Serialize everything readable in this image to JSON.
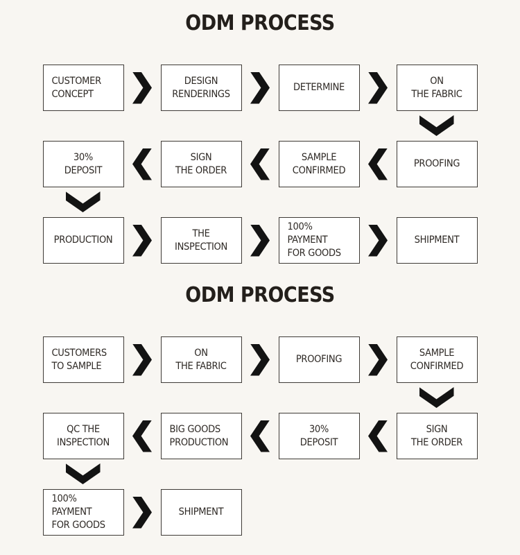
{
  "page": {
    "background_color": "#f8f6f2",
    "box_fill_color": "#ffffff",
    "box_border_color": "#3e3a36",
    "text_color": "#2e2925",
    "arrow_color": "#131313"
  },
  "sections": [
    {
      "title": "ODM PROCESS",
      "rows": [
        {
          "direction": "right",
          "boxes": [
            {
              "label": "CUSTOMER\nCONCEPT"
            },
            {
              "label": "DESIGN\nRENDERINGS"
            },
            {
              "label": "DETERMINE"
            },
            {
              "label": "ON\nTHE FABRIC"
            }
          ]
        },
        {
          "direction": "left",
          "boxes": [
            {
              "label": "30%\nDEPOSIT"
            },
            {
              "label": "SIGN\nTHE ORDER"
            },
            {
              "label": "SAMPLE\nCONFIRMED"
            },
            {
              "label": "PROOFING"
            }
          ]
        },
        {
          "direction": "right",
          "boxes": [
            {
              "label": "PRODUCTION"
            },
            {
              "label": "THE\nINSPECTION"
            },
            {
              "label": "100%\nPAYMENT\nFOR GOODS"
            },
            {
              "label": "SHIPMENT"
            }
          ]
        }
      ]
    },
    {
      "title": "ODM PROCESS",
      "rows": [
        {
          "direction": "right",
          "boxes": [
            {
              "label": "CUSTOMERS\nTO SAMPLE"
            },
            {
              "label": "ON\nTHE FABRIC"
            },
            {
              "label": "PROOFING"
            },
            {
              "label": "SAMPLE\nCONFIRMED"
            }
          ]
        },
        {
          "direction": "left",
          "boxes": [
            {
              "label": "QC THE\nINSPECTION"
            },
            {
              "label": "BIG GOODS\nPRODUCTION"
            },
            {
              "label": "30%\nDEPOSIT"
            },
            {
              "label": "SIGN\nTHE ORDER"
            }
          ]
        },
        {
          "direction": "right",
          "boxes": [
            {
              "label": "100%\nPAYMENT\nFOR GOODS"
            },
            {
              "label": "SHIPMENT"
            }
          ]
        }
      ]
    }
  ]
}
